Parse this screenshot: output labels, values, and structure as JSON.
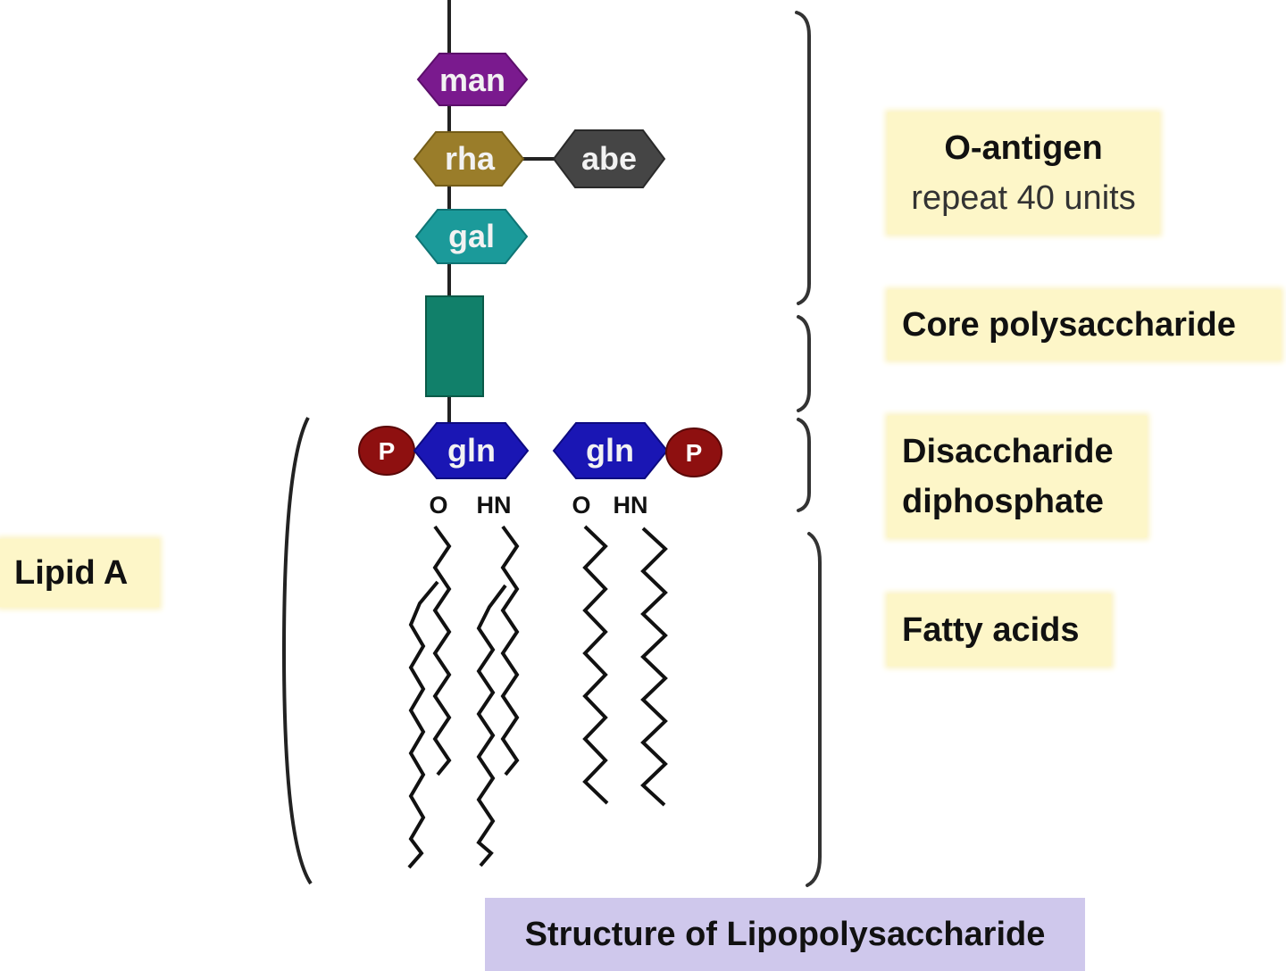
{
  "diagram": {
    "title": "Structure of Lipopolysaccharide",
    "sugars": {
      "man": "man",
      "rha": "rha",
      "abe": "abe",
      "gal": "gal",
      "gln_left": "gln",
      "gln_right": "gln"
    },
    "phosphate_label": "P",
    "linkage_labels": {
      "left_o": "O",
      "left_hn": "HN",
      "right_o": "O",
      "right_hn": "HN"
    },
    "colors": {
      "man": "#7a1a8e",
      "rha": "#9a7d2a",
      "abe": "#454545",
      "gal": "#1b9a9a",
      "core": "#11806a",
      "gln": "#1a16b4",
      "phosphate": "#8e1010",
      "label_bg": "#fdf6c8",
      "title_bg": "#cfc8ec"
    },
    "labels": {
      "o_antigen": "O-antigen",
      "o_antigen_sub": "repeat 40 units",
      "core": "Core polysaccharide",
      "disaccharide_1": "Disaccharide",
      "disaccharide_2": "diphosphate",
      "fatty_acids": "Fatty acids",
      "lipid_a": "Lipid A"
    }
  }
}
